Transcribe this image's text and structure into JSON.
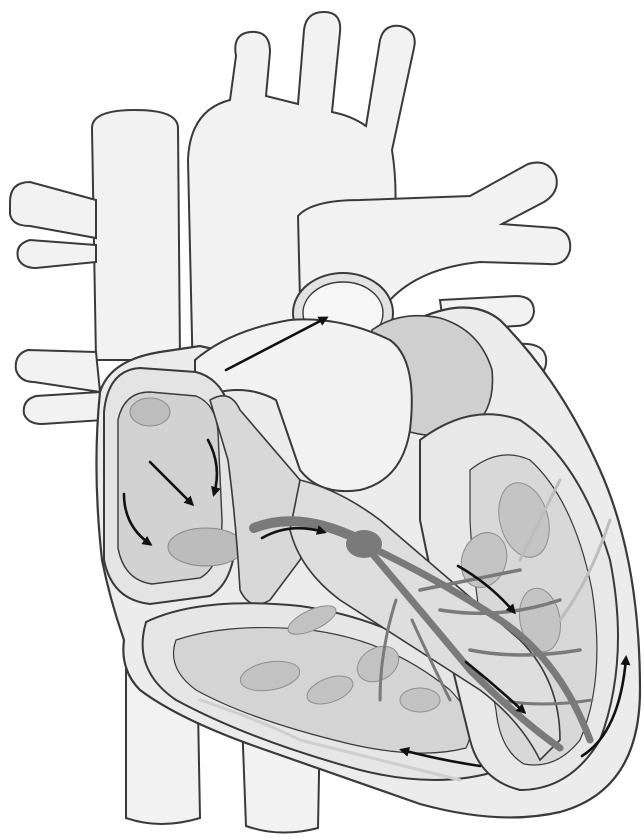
{
  "diagram": {
    "labels": [],
    "colors": {
      "outline": "#3a3a3a",
      "vessel_fill": "#f2f2f2",
      "chamber_fill": "#d9d9d9",
      "wall_fill": "#e6e6e6",
      "muscle_fill": "#c4c4c4",
      "node_fill": "#bdbdbd",
      "conduction_path": "#7a7a7a",
      "arrow": "#111111"
    },
    "icons": [
      "flow-arrow",
      "sa-node",
      "av-node",
      "bundle-branch",
      "purkinje-fibers"
    ]
  }
}
